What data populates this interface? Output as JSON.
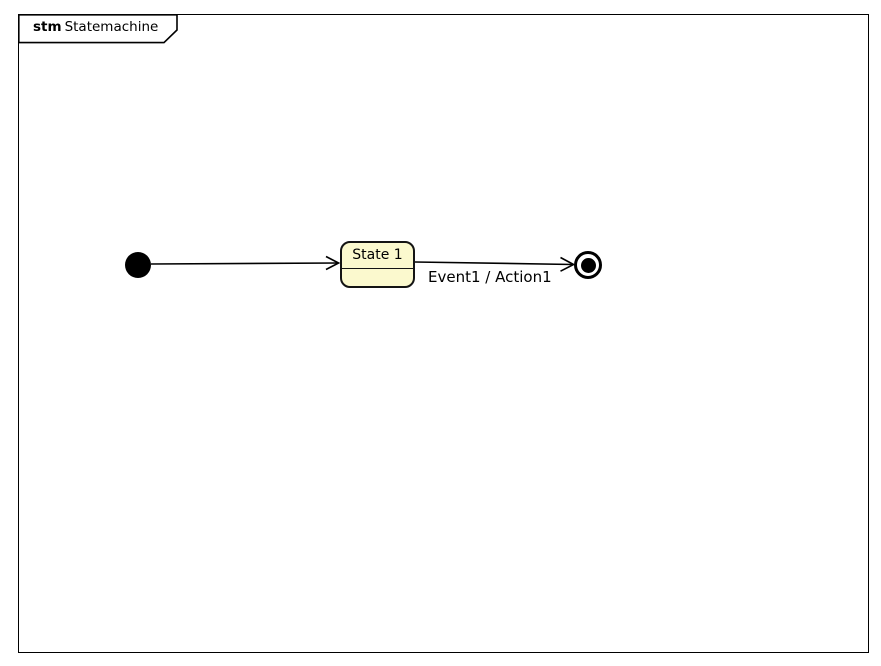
{
  "frame": {
    "keyword": "stm",
    "name": "Statemachine"
  },
  "diagram": {
    "kind": "uml-state-machine",
    "nodes": [
      {
        "id": "initial",
        "kind": "initial-pseudostate",
        "label": ""
      },
      {
        "id": "state1",
        "kind": "state",
        "label": "State 1"
      },
      {
        "id": "final",
        "kind": "final-state",
        "label": ""
      }
    ],
    "transitions": [
      {
        "from": "initial",
        "to": "state1",
        "label": ""
      },
      {
        "from": "state1",
        "to": "final",
        "label": "Event1 / Action1"
      }
    ]
  },
  "colors": {
    "state_fill": "#FBF9CE",
    "line": "#000000",
    "background": "#FFFFFF"
  }
}
